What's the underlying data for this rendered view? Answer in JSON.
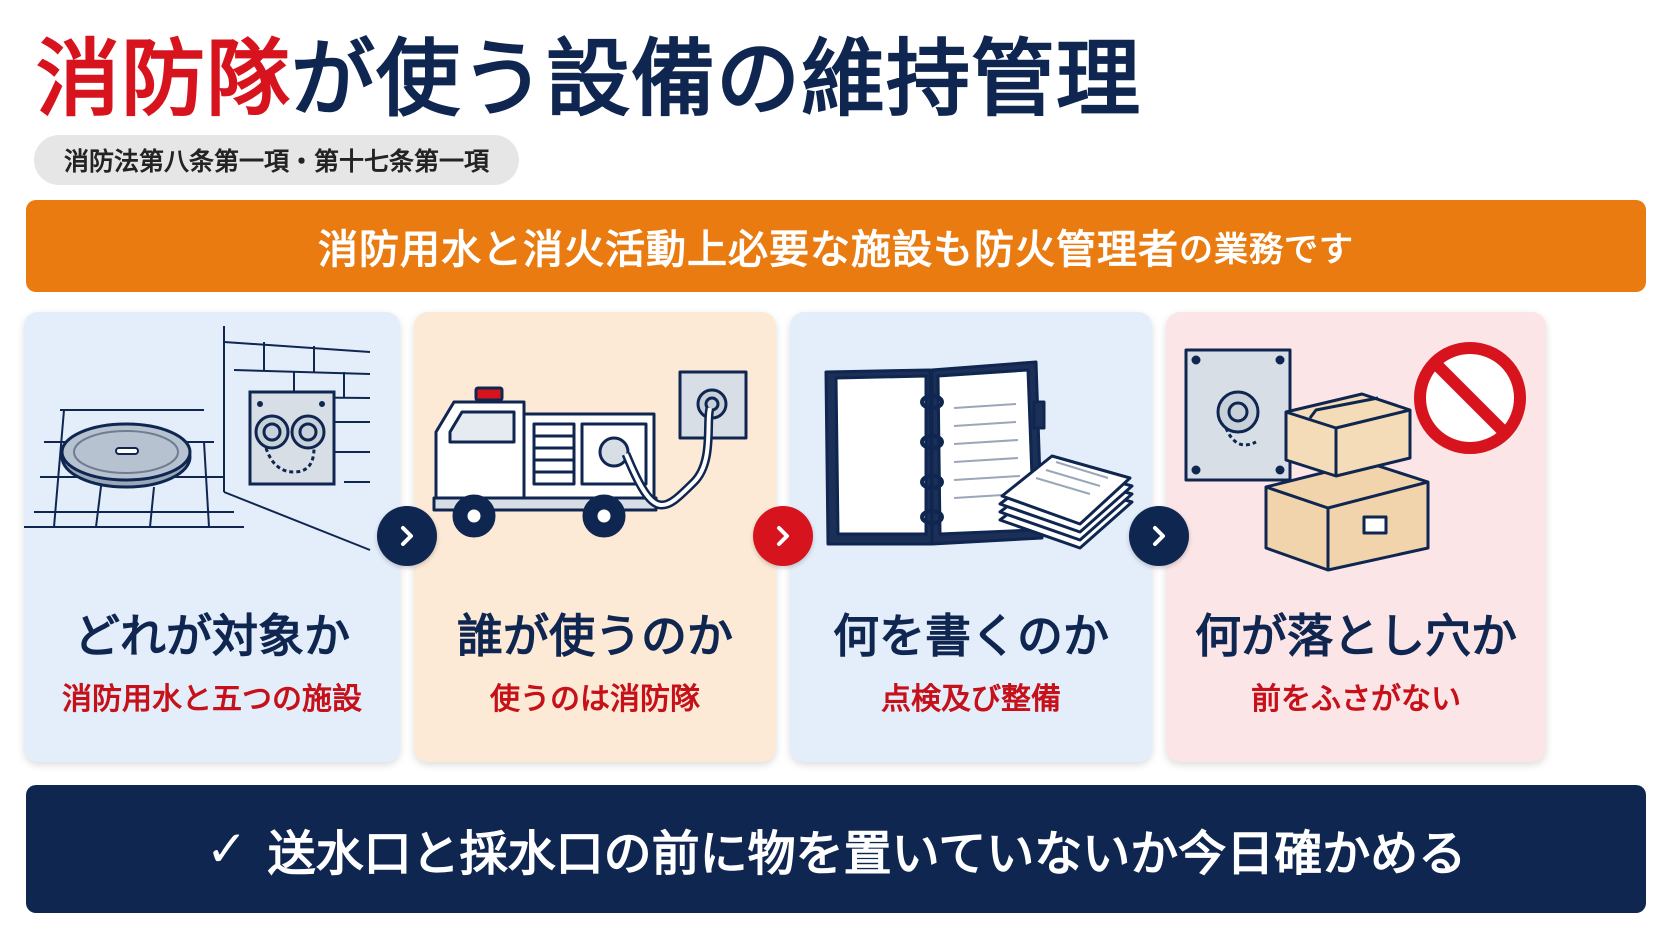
{
  "title": {
    "part1": "消防隊",
    "part2": "が使う設備の維持管理"
  },
  "law_tag": "消防法第八条第一項・第十七条第一項",
  "banner": {
    "main": "消防用水と消火活動上必要な施設も防火管理者",
    "tail": "の業務です"
  },
  "cards": [
    {
      "title": "どれが対象か",
      "subtitle": "消防用水と五つの施設",
      "background": "#e3eefa"
    },
    {
      "title": "誰が使うのか",
      "subtitle": "使うのは消防隊",
      "background": "#fcead6"
    },
    {
      "title": "何を書くのか",
      "subtitle": "点検及び整備",
      "background": "#e3eefa"
    },
    {
      "title": "何が落とし穴か",
      "subtitle": "前をふさがない",
      "background": "#fbe5e6"
    }
  ],
  "arrows": [
    {
      "icon": "chevron-right-icon",
      "color": "#0f2651"
    },
    {
      "icon": "chevron-right-icon",
      "color": "#d7141e"
    },
    {
      "icon": "chevron-right-icon",
      "color": "#0f2651"
    }
  ],
  "action": {
    "check_icon": "✓",
    "text": "送水口と採水口の前に物を置いていないか今日確かめる"
  },
  "colors": {
    "red": "#d7141e",
    "navy": "#0f2651",
    "orange": "#e97b10"
  }
}
